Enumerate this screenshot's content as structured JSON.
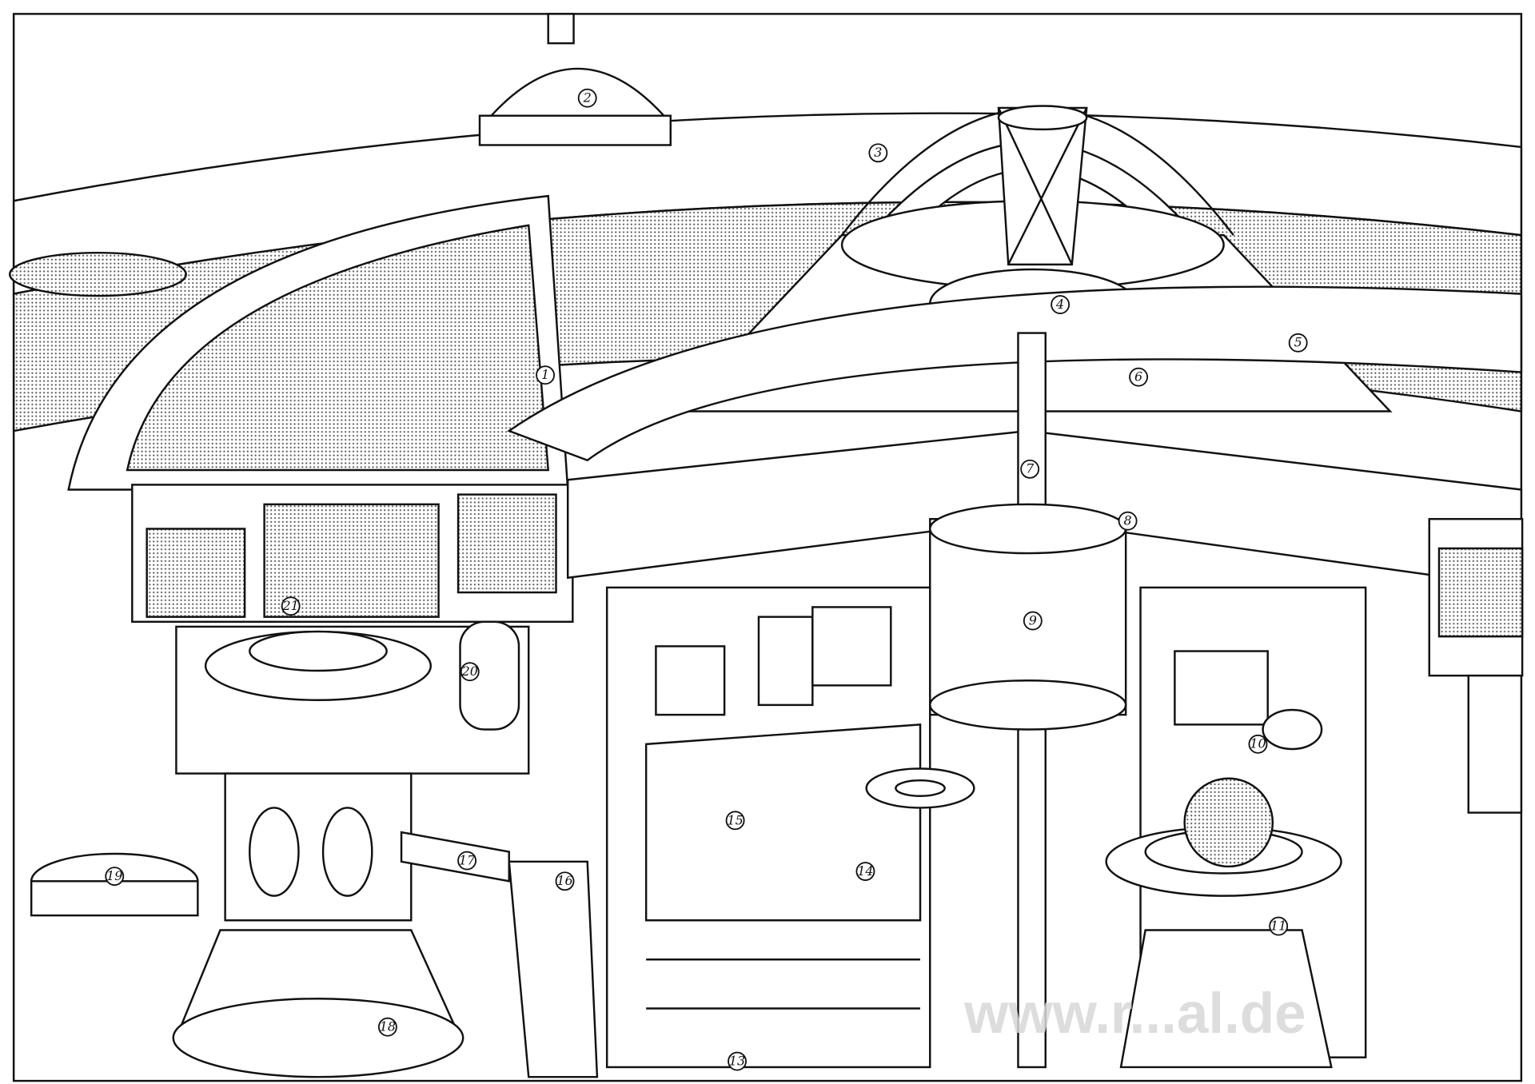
{
  "diagram": {
    "type": "cutaway illustration",
    "callouts": [
      "1",
      "2",
      "3",
      "4",
      "5",
      "6",
      "7",
      "8",
      "9",
      "10",
      "11",
      "13",
      "14",
      "15",
      "16",
      "17",
      "18",
      "19",
      "20",
      "21"
    ]
  },
  "watermark": "www.r...al.de"
}
